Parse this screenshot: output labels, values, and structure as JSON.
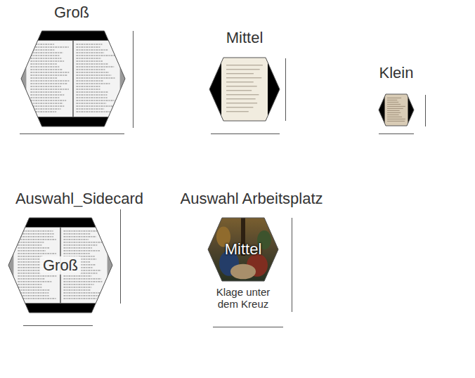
{
  "diagram": {
    "nodes": [
      {
        "text": [
          "Groß"
        ]
      },
      {
        "text": [
          "Mittel"
        ]
      },
      {
        "text": [
          "Klein"
        ]
      },
      {
        "text": [
          "Auswahl_Sidecard",
          "Groß"
        ]
      },
      {
        "text": [
          "Auswahl Arbeitsplatz",
          "Mittel",
          "Klage unter dem Kreuz"
        ]
      }
    ],
    "labels": [
      "135px",
      "90px",
      "45px",
      "150px",
      "100px",
      "50px",
      "135",
      "90px",
      "150px",
      "100px"
    ]
  }
}
